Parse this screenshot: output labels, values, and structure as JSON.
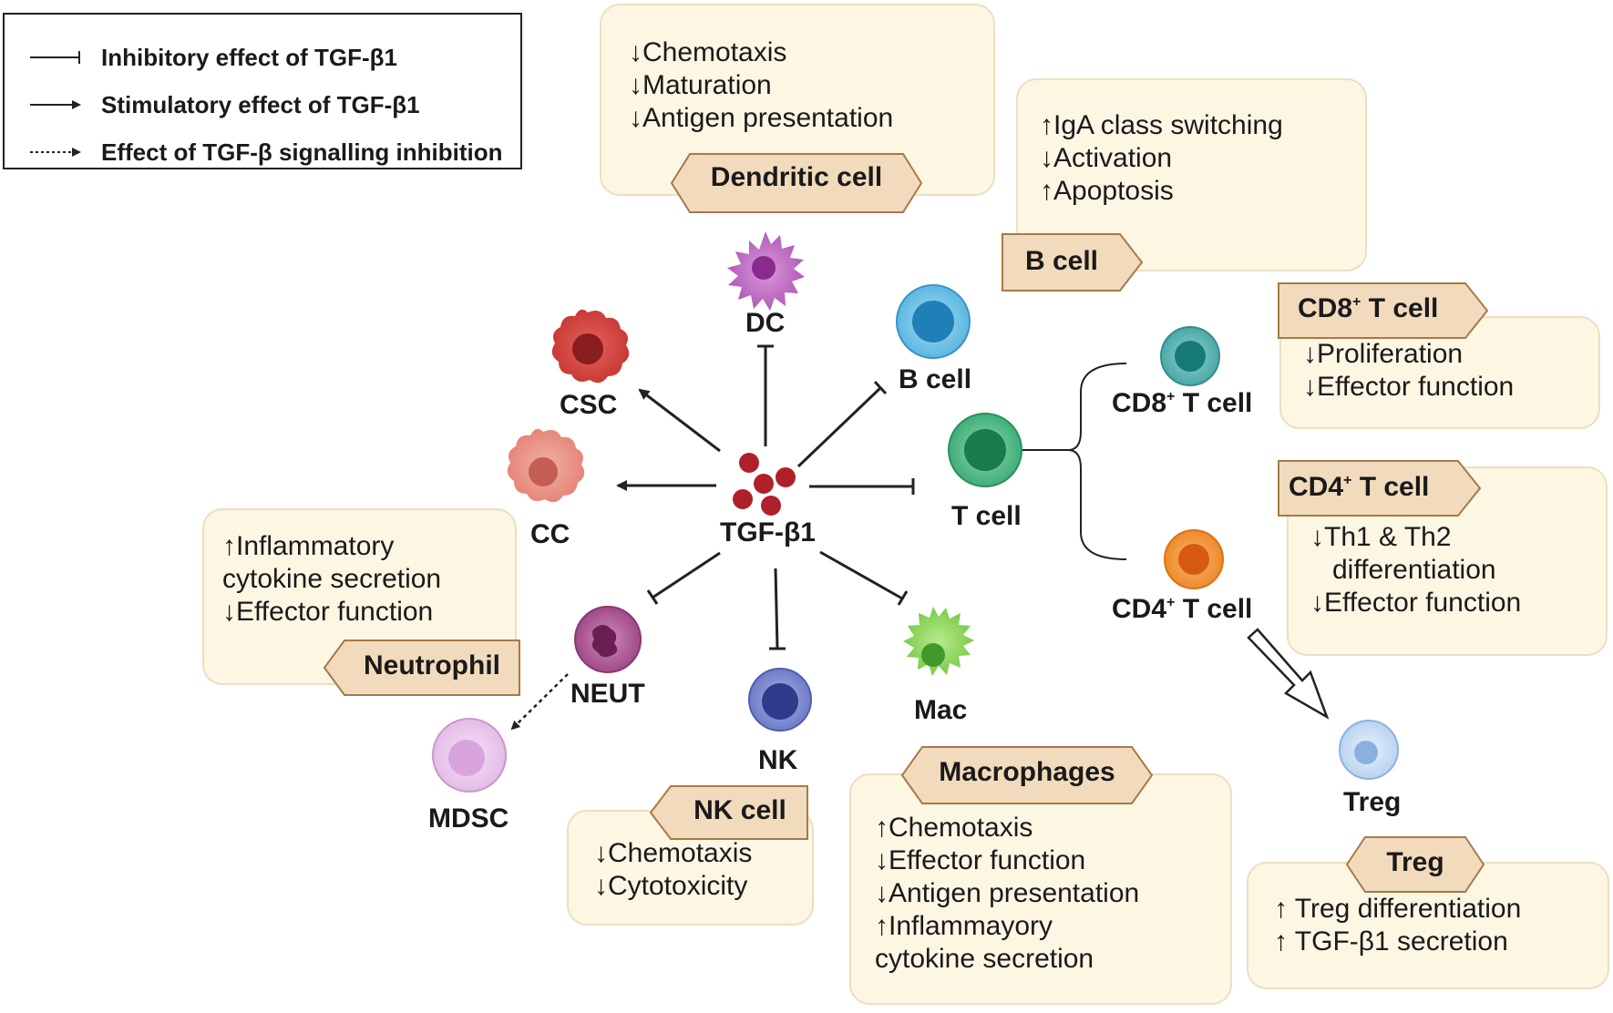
{
  "legend": {
    "inhibitory": "Inhibitory effect of TGF-β1",
    "stimulatory": "Stimulatory effect of TGF-β1",
    "signalling": "Effect of TGF-β signalling inhibition"
  },
  "center_label": "TGF-β1",
  "cells": {
    "dc": "DC",
    "csc": "CSC",
    "cc": "CC",
    "bcell": "B cell",
    "tcell": "T cell",
    "cd8": "CD8",
    "cd8_sup": "+",
    "cd8_rest": " T cell",
    "cd4": "CD4",
    "cd4_sup": "+",
    "cd4_rest": " T cell",
    "neut": "NEUT",
    "nk": "NK",
    "mac": "Mac",
    "mdsc": "MDSC",
    "treg": "Treg"
  },
  "boxes": {
    "dendritic": {
      "tag": "Dendritic cell",
      "lines": [
        "↓Chemotaxis",
        "↓Maturation",
        "↓Antigen presentation"
      ]
    },
    "bcell": {
      "tag": "B cell",
      "lines": [
        "↑IgA class switching",
        "↓Activation",
        "↑Apoptosis"
      ]
    },
    "cd8": {
      "tag_main": "CD8",
      "tag_sup": "+",
      "tag_rest": " T cell",
      "lines": [
        "↓Proliferation",
        "↓Effector function"
      ]
    },
    "cd4": {
      "tag_main": "CD4",
      "tag_sup": "+",
      "tag_rest": " T cell",
      "lines": [
        "↓Th1 & Th2",
        "differentiation",
        "↓Effector function"
      ]
    },
    "neutrophil": {
      "tag": "Neutrophil",
      "lines": [
        "↑Inflammatory",
        "cytokine secretion",
        "↓Effector function"
      ]
    },
    "nk": {
      "tag": "NK cell",
      "lines": [
        "↓Chemotaxis",
        "↓Cytotoxicity"
      ]
    },
    "macrophages": {
      "tag": "Macrophages",
      "lines": [
        "↑Chemotaxis",
        "↓Effector function",
        "↓Antigen presentation",
        "↑Inflammayory",
        "cytokine secretion"
      ]
    },
    "treg": {
      "tag": "Treg",
      "lines": [
        "↑ Treg differentiation",
        "↑ TGF-β1 secretion"
      ]
    }
  },
  "colors": {
    "box_fill": "#fcf6e3",
    "tag_fill": "#f2dbbd",
    "tag_border": "#a87948",
    "tgf_red": "#b0202a",
    "dc_purple": "#b25ab8",
    "csc_red": "#d8453f",
    "cc_pink": "#e8877a",
    "bcell_blue": "#3fa6d8",
    "tcell_green": "#2fa06a",
    "cd8_teal": "#2f9b9a",
    "cd4_orange": "#ef8a2c",
    "neut_purple": "#a04a86",
    "nk_blue": "#5f6fbf",
    "mac_green": "#7acb4a",
    "mdsc_lilac": "#dcaee0",
    "treg_blue": "#a8c8ec"
  }
}
